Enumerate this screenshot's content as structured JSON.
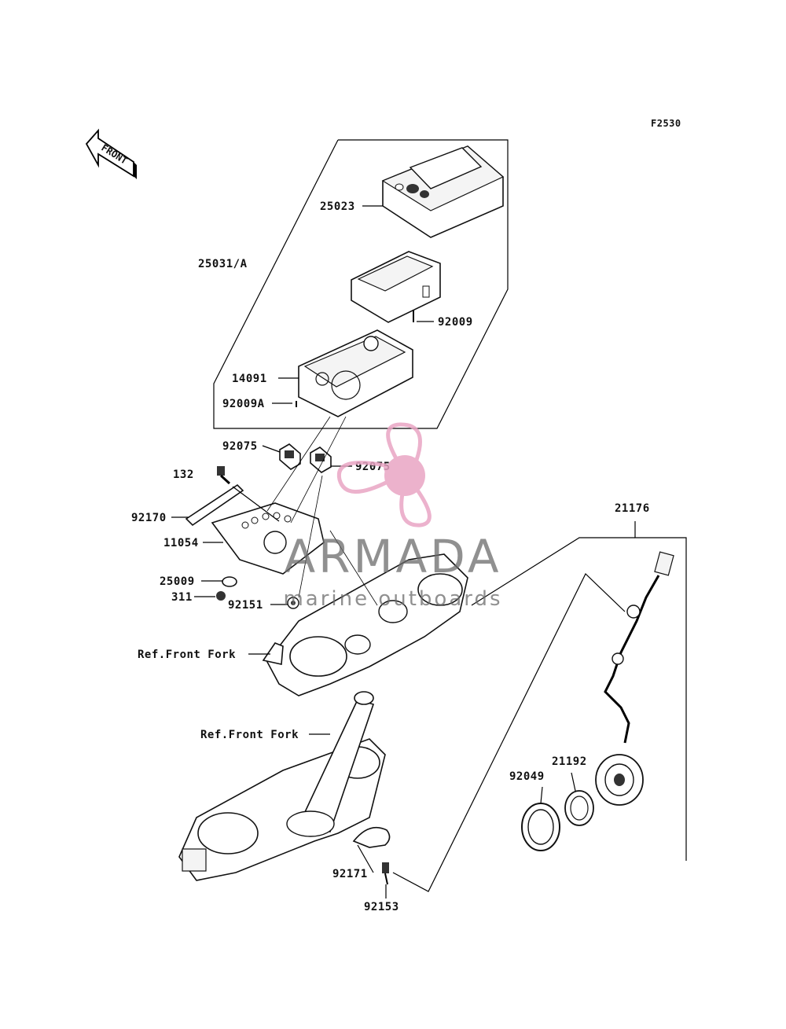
{
  "diagram": {
    "code": "F2530",
    "front_label": "FRONT",
    "callouts": {
      "p25023": "25023",
      "p25031A": "25031/A",
      "p92009": "92009",
      "p14091": "14091",
      "p92009A": "92009A",
      "p92075a": "92075",
      "p92075b": "92075",
      "p132": "132",
      "p92170": "92170",
      "p11054": "11054",
      "p25009": "25009",
      "p311": "311",
      "p92151": "92151",
      "p21176": "21176",
      "ref_fork_upper": "Ref.Front Fork",
      "ref_fork_lower": "Ref.Front Fork",
      "p21192": "21192",
      "p92049": "92049",
      "p92171": "92171",
      "p92153": "92153"
    }
  },
  "watermark": {
    "brand": "ARMADA",
    "tagline": "marine outboards",
    "color": "#e9a5c4"
  }
}
